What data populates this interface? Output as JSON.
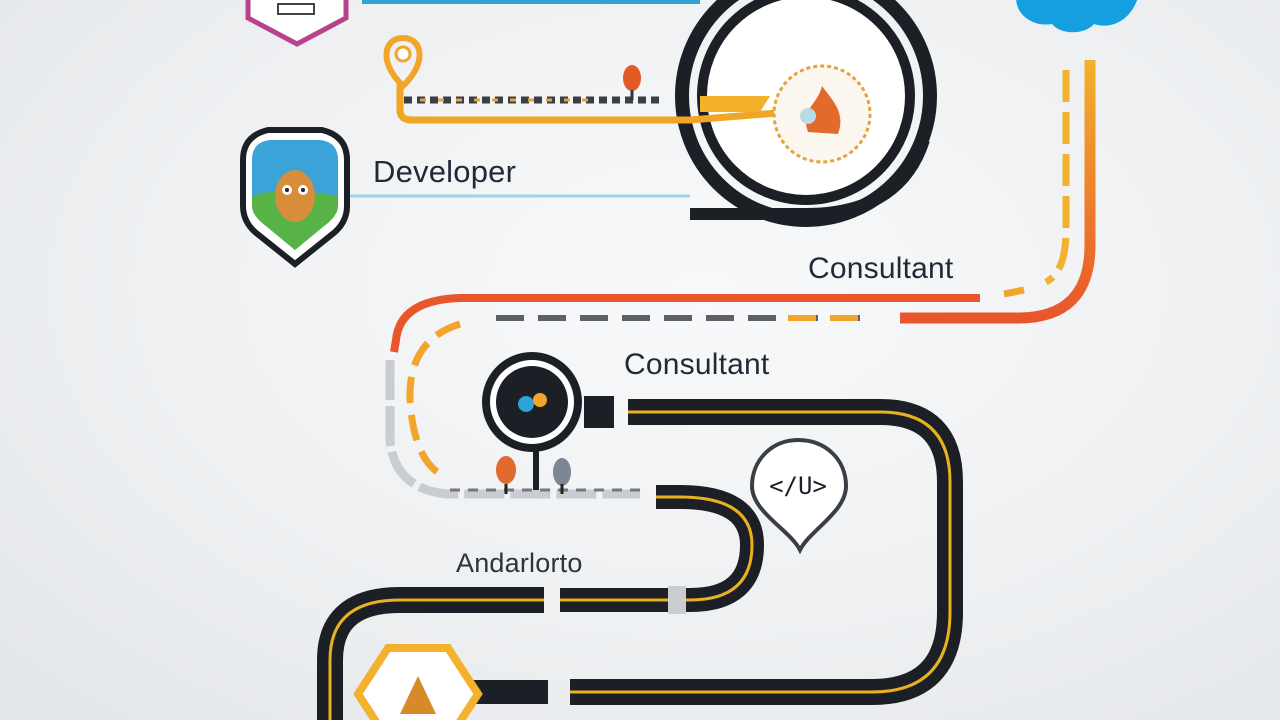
{
  "milestones": {
    "developer": "Developer",
    "consultant_top": "Consultant",
    "consultant_mid": "Consultant",
    "architect_garbled": "Andarlorto"
  },
  "icons": {
    "top_badge": "certificate-hexagon-icon",
    "cloud": "cloud-icon",
    "location_pin": "location-pin-icon",
    "mascot_badge": "mascot-shield-icon",
    "flame_medallion": "flame-medallion-icon",
    "tech_circle": "tech-circle-icon",
    "code_pin": "code-pin-icon",
    "code_text": "</U>",
    "bottom_badge": "warning-hexagon-icon"
  },
  "colors": {
    "road": "#1c2026",
    "road_stripe": "#e8b21f",
    "blue": "#2ea3d6",
    "orange": "#f1a52b",
    "red_orange": "#e8562b",
    "cloud": "#14a0e0",
    "hex_border": "#b9428d",
    "text": "#1f2a36"
  }
}
